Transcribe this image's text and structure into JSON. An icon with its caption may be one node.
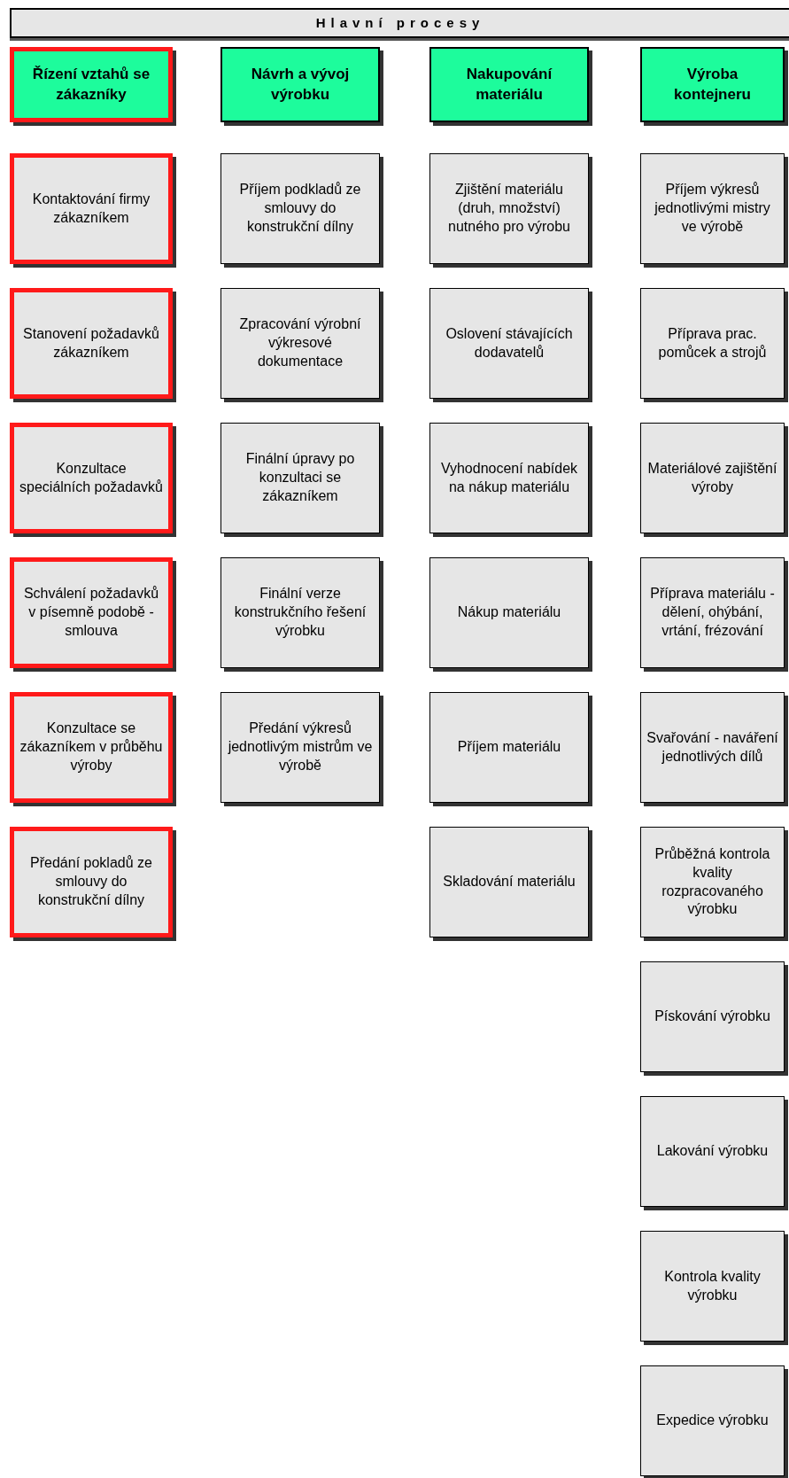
{
  "diagram": {
    "nodes": [
      {
        "text": [
          "Hlavní procesy"
        ]
      },
      {
        "text": [
          "Řízení vztahů se zákazníky"
        ]
      },
      {
        "text": [
          "Kontaktování firmy zákazníkem"
        ]
      },
      {
        "text": [
          "Stanovení požadavků zákazníkem"
        ]
      },
      {
        "text": [
          "Konzultace speciálních požadavků"
        ]
      },
      {
        "text": [
          "Schválení požadavků v písemně podobě - smlouva"
        ]
      },
      {
        "text": [
          "Konzultace se zákazníkem v průběhu výroby"
        ]
      },
      {
        "text": [
          "Předání pokladů ze smlouvy do konstrukční dílny"
        ]
      },
      {
        "text": [
          "Návrh a vývoj výrobku"
        ]
      },
      {
        "text": [
          "Příjem podkladů ze smlouvy do konstrukční dílny"
        ]
      },
      {
        "text": [
          "Zpracování výrobní výkresové dokumentace"
        ]
      },
      {
        "text": [
          "Finální úpravy po konzultaci se zákazníkem"
        ]
      },
      {
        "text": [
          "Finální verze konstrukčního řešení výrobku"
        ]
      },
      {
        "text": [
          "Předání výkresů jednotlivým mistrům ve výrobě"
        ]
      },
      {
        "text": [
          "Nakupování materiálu"
        ]
      },
      {
        "text": [
          "Zjištění materiálu (druh, množství) nutného pro výrobu"
        ]
      },
      {
        "text": [
          "Oslovení stávajících dodavatelů"
        ]
      },
      {
        "text": [
          "Vyhodnocení nabídek na nákup materiálu"
        ]
      },
      {
        "text": [
          "Nákup materiálu"
        ]
      },
      {
        "text": [
          "Příjem materiálu"
        ]
      },
      {
        "text": [
          "Skladování materiálu"
        ]
      },
      {
        "text": [
          "Výroba kontejneru"
        ]
      },
      {
        "text": [
          "Příjem výkresů jednotlivými mistry ve výrobě"
        ]
      },
      {
        "text": [
          "Příprava prac. pomůcek a strojů"
        ]
      },
      {
        "text": [
          "Materiálové zajištění výroby"
        ]
      },
      {
        "text": [
          "Příprava materiálu - dělení, ohýbání, vrtání, frézování"
        ]
      },
      {
        "text": [
          "Svařování - naváření jednotlivých dílů"
        ]
      },
      {
        "text": [
          "Průběžná kontrola kvality rozpracovaného výrobku"
        ]
      },
      {
        "text": [
          "Pískování výrobku"
        ]
      },
      {
        "text": [
          "Lakování výrobku"
        ]
      },
      {
        "text": [
          "Kontrola kvality výrobku"
        ]
      },
      {
        "text": [
          "Expedice výrobku"
        ]
      }
    ],
    "edges": []
  }
}
